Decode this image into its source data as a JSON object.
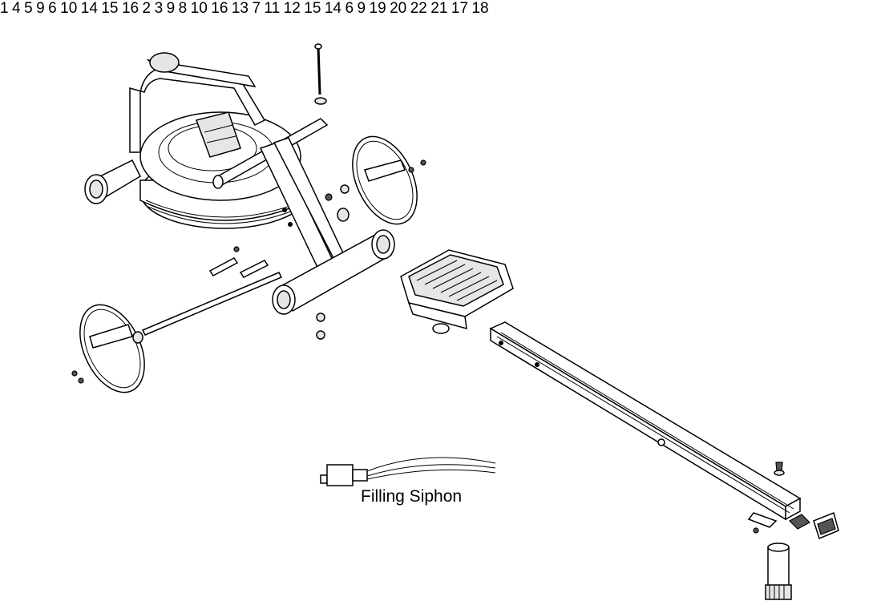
{
  "diagram": {
    "siphon_label": "Filling Siphon",
    "callouts": [
      "1",
      "4",
      "5",
      "9",
      "6",
      "10",
      "14",
      "15",
      "16",
      "2",
      "3",
      "9",
      "8",
      "10",
      "16",
      "13",
      "7",
      "11",
      "12",
      "15",
      "14",
      "6",
      "9",
      "19",
      "20",
      "22",
      "21",
      "17",
      "18"
    ]
  }
}
